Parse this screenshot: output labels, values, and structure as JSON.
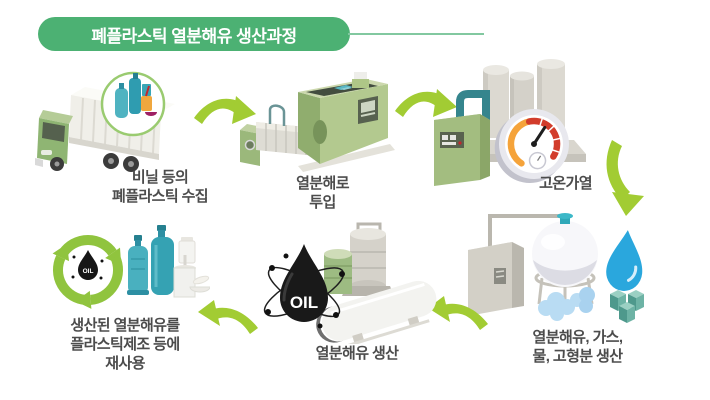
{
  "title": {
    "text": "폐플라스틱 열분해유 생산과정"
  },
  "steps": [
    {
      "name": "collect-waste-plastic",
      "label_lines": [
        "비닐 등의",
        "폐플라스틱 수집"
      ],
      "illustration": "garbage-truck-with-plastic-waste-badge"
    },
    {
      "name": "feed-into-pyrolysis-furnace",
      "label_lines": [
        "열분해로",
        "투입"
      ],
      "illustration": "pyrolysis-furnace-machine"
    },
    {
      "name": "high-temperature-heating",
      "label_lines": [
        "고온가열"
      ],
      "illustration": "heater-silos-with-temperature-gauge"
    },
    {
      "name": "produce-oil-gas-water-solids",
      "label_lines": [
        "열분해유, 가스,",
        "물, 고형분 생산"
      ],
      "illustration": "separator-sphere-water-drop-gas-and-solid-cubes"
    },
    {
      "name": "pyrolysis-oil-production",
      "label_lines": [
        "열분해유 생산"
      ],
      "badge_text": "OIL",
      "illustration": "black-oil-drop-with-storage-tanks"
    },
    {
      "name": "reuse-in-plastic-manufacturing",
      "label_lines": [
        "생산된 열분해유를",
        "플라스틱제조 등에",
        "재사용"
      ],
      "badge_text": "OIL",
      "illustration": "recycling-symbol-with-plastic-bottles"
    }
  ],
  "flow_arrows": [
    {
      "name": "arrow-collect-to-furnace",
      "direction": "down-right"
    },
    {
      "name": "arrow-furnace-to-heating",
      "direction": "down-right"
    },
    {
      "name": "arrow-heating-to-separation",
      "direction": "down"
    },
    {
      "name": "arrow-separation-to-oil",
      "direction": "up-left"
    },
    {
      "name": "arrow-oil-to-reuse",
      "direction": "up-left"
    }
  ],
  "colors": {
    "title_green": "#4cb173",
    "title_connector": "#82c8a0",
    "arrow_green": "#a2cc33",
    "label_text": "#4c4c4c",
    "machine_green": "#b3c98f",
    "pipe_teal": "#35858d",
    "water_blue": "#2aa7dd",
    "oil_black": "#191919",
    "recycle_green": "#90c43e",
    "bottle_teal": "#49b0bf",
    "gauge_orange": "#f5a33a",
    "gauge_red": "#d23c2b",
    "solid_cube_teal": "#6db3a5",
    "gas_blue": "#b9dcf3"
  }
}
